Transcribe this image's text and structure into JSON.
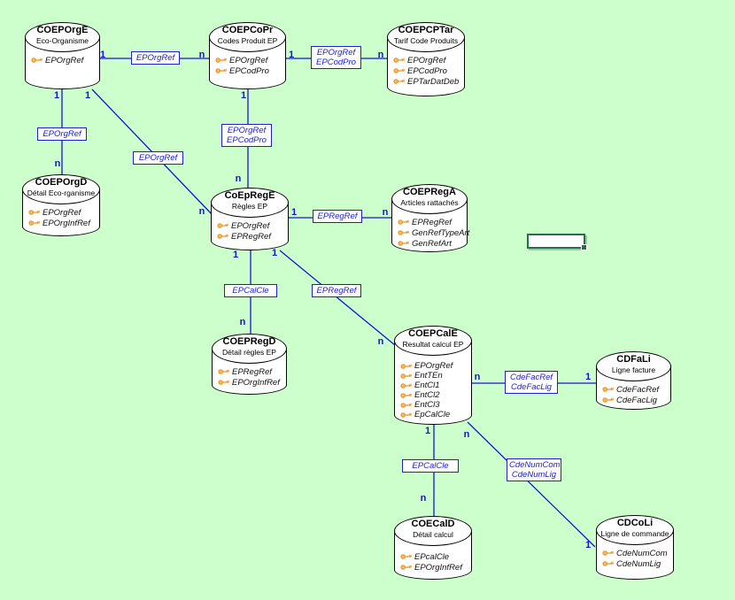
{
  "diagram": {
    "background_color": "#CCFFCC",
    "line_color": "#1515CF",
    "label_color": "#2020D0",
    "key_icon_color": "#E8952F",
    "selection_border_color": "#1F7244",
    "entities": [
      {
        "title": "COEPOrgE",
        "subtitle": "Eco-Organisme",
        "fields": [
          "EPOrgRef"
        ]
      },
      {
        "title": "COEPCoPr",
        "subtitle": "Codes Produit EP",
        "fields": [
          "EPOrgRef",
          "EPCodPro"
        ]
      },
      {
        "title": "COEPCPTar",
        "subtitle": "Tarif Code Produits",
        "fields": [
          "EPOrgRef",
          "EPCodPro",
          "EPTarDatDeb"
        ]
      },
      {
        "title": "COEPOrgD",
        "subtitle": "Détail Eco-rganisme",
        "fields": [
          "EPOrgRef",
          "EPOrgInfRef"
        ]
      },
      {
        "title": "CoEpRegE",
        "subtitle": "Règles EP",
        "fields": [
          "EPOrgRef",
          "EPRegRef"
        ]
      },
      {
        "title": "COEPRegA",
        "subtitle": "Articles rattachés",
        "fields": [
          "EPRegRef",
          "GenRefTypeArt",
          "GenRefArt"
        ]
      },
      {
        "title": "COEPRegD",
        "subtitle": "Détail règles EP",
        "fields": [
          "EPRegRef",
          "EPOrgInfRef"
        ]
      },
      {
        "title": "COEPCalE",
        "subtitle": "Resultat calcul EP",
        "fields": [
          "EPOrgRef",
          "EntTEn",
          "EntCl1",
          "EntCl2",
          "EntCl3",
          "EpCalCle"
        ]
      },
      {
        "title": "CDFaLi",
        "subtitle": "Ligne facture",
        "fields": [
          "CdeFacRef",
          "CdeFacLig"
        ]
      },
      {
        "title": "COECalD",
        "subtitle": "Détail calcul",
        "fields": [
          "EPcalCle",
          "EPOrgInfRef"
        ]
      },
      {
        "title": "CDCoLi",
        "subtitle": "Ligne de commande",
        "fields": [
          "CdeNumCom",
          "CdeNumLig"
        ]
      }
    ],
    "links": [
      {
        "from": "COEPOrgE",
        "to": "COEPCoPr",
        "label_lines": [
          "EPOrgRef"
        ],
        "from_card": "1",
        "to_card": "n"
      },
      {
        "from": "COEPCoPr",
        "to": "COEPCPTar",
        "label_lines": [
          "EPOrgRef",
          "EPCodPro"
        ],
        "from_card": "1",
        "to_card": "n"
      },
      {
        "from": "COEPOrgE",
        "to": "COEPOrgD",
        "label_lines": [
          "EPOrgRef"
        ],
        "from_card": "1",
        "to_card": "n"
      },
      {
        "from": "COEPOrgE",
        "to": "CoEpRegE",
        "label_lines": [
          "EPOrgRef"
        ],
        "from_card": "1",
        "to_card": "n"
      },
      {
        "from": "COEPCoPr",
        "to": "CoEpRegE",
        "label_lines": [
          "EPOrgRef",
          "EPCodPro"
        ],
        "from_card": "1",
        "to_card": "n"
      },
      {
        "from": "CoEpRegE",
        "to": "COEPRegA",
        "label_lines": [
          "EPRegRef"
        ],
        "from_card": "1",
        "to_card": "n"
      },
      {
        "from": "CoEpRegE",
        "to": "COEPRegD",
        "label_lines": [
          "EPCalCle"
        ],
        "from_card": "1",
        "to_card": "n"
      },
      {
        "from": "CoEpRegE",
        "to": "COEPCalE",
        "label_lines": [
          "EPRegRef"
        ],
        "from_card": "1",
        "to_card": "n"
      },
      {
        "from": "COEPCalE",
        "to": "CDFaLi",
        "label_lines": [
          "CdeFacRef",
          "CdeFacLig"
        ],
        "from_card": "n",
        "to_card": "1"
      },
      {
        "from": "COEPCalE",
        "to": "COECalD",
        "label_lines": [
          "EPCalCle"
        ],
        "from_card": "1",
        "to_card": "n"
      },
      {
        "from": "COEPCalE",
        "to": "CDCoLi",
        "label_lines": [
          "CdeNumCom",
          "CdeNumLig"
        ],
        "from_card": "n",
        "to_card": "1"
      }
    ]
  }
}
